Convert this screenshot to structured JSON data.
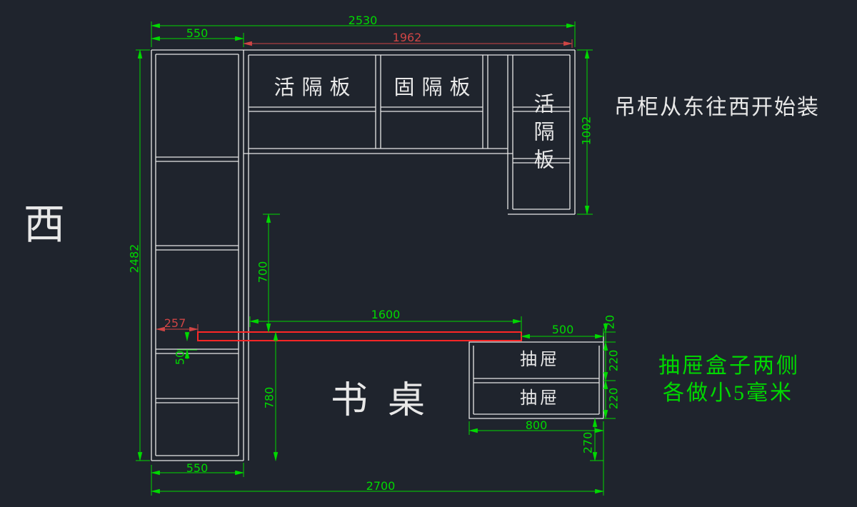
{
  "drawing": {
    "compass": "西",
    "notes": {
      "hanging": "吊柜从东往西开始装",
      "drawer_line1": "抽屉盒子两侧",
      "drawer_line2": "各做小5毫米"
    },
    "parts": {
      "movable_shelf": "活隔板",
      "fixed_shelf": "固隔板",
      "movable_shelf_right": "活隔板",
      "desk": "书桌",
      "drawer_top": "抽屉",
      "drawer_bottom": "抽屉"
    },
    "dims": {
      "total_width_top": "2530",
      "left_width_top": "550",
      "hanging_width": "1962",
      "total_height": "2482",
      "right_hang_height": "1002",
      "hang_to_desk": "700",
      "desk_clear_span": "1600",
      "desk_inset": "257",
      "under_desk_gap": "50",
      "desk_height": "780",
      "right_section_width": "500",
      "desk_top_thickness": "20",
      "drawer_top_height": "220",
      "drawer_bottom_height": "220",
      "drawer_unit_width": "800",
      "drawer_clearance": "270",
      "left_width_bottom": "550",
      "total_width_bottom": "2700"
    },
    "colors": {
      "background": "#1f242d",
      "lines": "#e8e8e8",
      "dimension_green": "#00d800",
      "highlight_red": "#ff2626",
      "dim_red": "#cf4545"
    }
  }
}
